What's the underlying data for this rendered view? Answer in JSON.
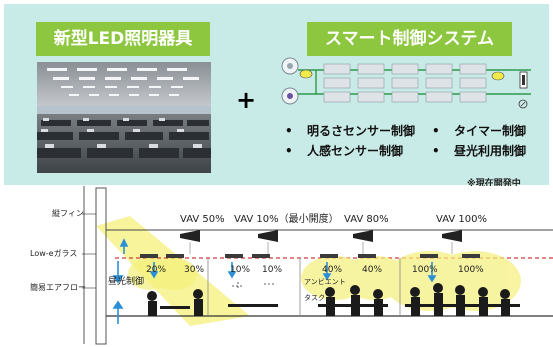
{
  "led_title": "新型LED照明器具",
  "smart_title": "スマート制御システム",
  "plus": "+",
  "features": [
    "明るさセンサー制御",
    "タイマー制御",
    "人感センサー制御",
    "昼光利用制御"
  ],
  "bullet": "•",
  "dev_note": "※現在開発中",
  "left_labels": {
    "fin": "縦フィン",
    "lowe": "Low-eガラス",
    "floor": "簡易エアフロー"
  },
  "vav": [
    "VAV 50%",
    "VAV 10%（最小開度）",
    "VAV 80%",
    "VAV 100%"
  ],
  "percents": [
    "20%",
    "30%",
    "10%",
    "10%",
    "40%",
    "40%",
    "100%",
    "100%"
  ],
  "daylight_label": "昼光制御",
  "ambient_label": "アンビエント",
  "task_label": "タスク",
  "colors": {
    "panel_bg": "#c9ebe7",
    "title_bg": "#8dc63f",
    "light_glow": "#f5f07a",
    "air_blue": "#2a8fd6",
    "ceiling_red": "#d23c3c"
  }
}
